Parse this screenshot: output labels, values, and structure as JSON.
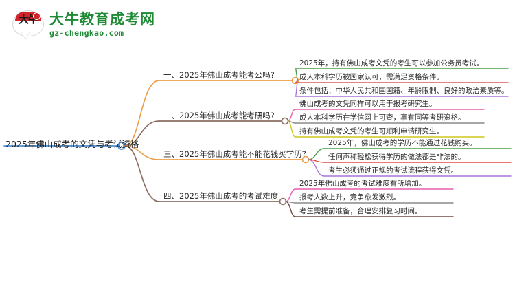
{
  "header": {
    "logo": {
      "mark_text": "大牛",
      "brand_cn": "大牛教育成考网",
      "brand_url": "gz-chengkao.com",
      "brand_color": "#1f8a36",
      "mark_color": "#d2222a"
    }
  },
  "mindmap": {
    "root": {
      "label": "2025年佛山成考的文凭与考试资格",
      "node_color": "#2f7fd0"
    },
    "branches": [
      {
        "label": "一、2025年佛山成考能考公吗?",
        "edge_color": "#eda04a",
        "node_color": "#eda04a",
        "leaves": [
          {
            "label": "2025年，持有佛山成考文凭的考生可以参加公务员考试。",
            "edge_color": "#4a9b4a"
          },
          {
            "label": "成人本科学历被国家认可，需满足资格条件。",
            "edge_color": "#e05a5a"
          },
          {
            "label": "条件包括：中华人民共和国国籍、年龄限制、良好的政治素质等。",
            "edge_color": "#a875d8"
          }
        ]
      },
      {
        "label": "二、2025年佛山成考能考研吗?",
        "edge_color": "#8d6e63",
        "node_color": "#8d6e63",
        "leaves": [
          {
            "label": "佛山成考的文凭同样可以用于报考研究生。",
            "edge_color": "#e85fb0"
          },
          {
            "label": "成人本科学历在学信网上可查，享有同等考研资格。",
            "edge_color": "#8a8a8a"
          },
          {
            "label": "持有佛山成考文凭的考生可顺利申请研究生。",
            "edge_color": "#cfc71f"
          }
        ]
      },
      {
        "label": "三、2025年佛山成考能不能花钱买学历?",
        "edge_color": "#eda04a",
        "node_color": "#eda04a",
        "leaves": [
          {
            "label": "2025年，佛山成考的学历不能通过花钱购买。",
            "edge_color": "#4a9b4a"
          },
          {
            "label": "任何声称轻松获得学历的做法都是非法的。",
            "edge_color": "#e04a4a"
          },
          {
            "label": "考生必须通过正规的考试流程获得文凭。",
            "edge_color": "#a875d8"
          }
        ]
      },
      {
        "label": "四、2025年佛山成考的考试难度",
        "edge_color": "#8d6e63",
        "node_color": "#8d6e63",
        "leaves": [
          {
            "label": "2025年佛山成考的考试难度有所增加。",
            "edge_color": "#e85fb0"
          },
          {
            "label": "报考人数上升，竞争愈发激烈。",
            "edge_color": "#8a8a8a"
          },
          {
            "label": "考生需提前准备，合理安排复习时间。",
            "edge_color": "#6d4c41"
          }
        ]
      }
    ]
  }
}
